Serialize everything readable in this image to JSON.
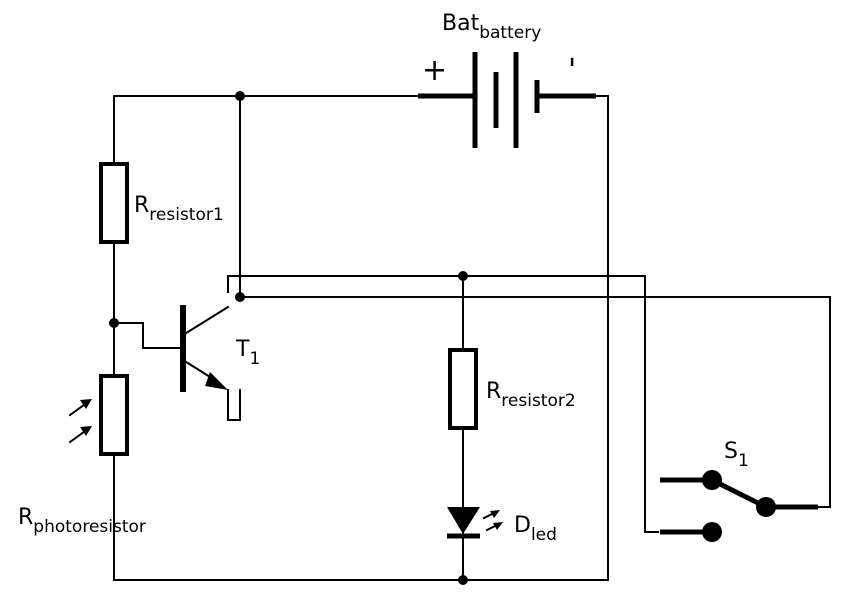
{
  "labels": {
    "battery": {
      "main": "Bat",
      "sub": "battery",
      "plus": "+",
      "minus": "'"
    },
    "resistor1": {
      "main": "R",
      "sub": "resistor1"
    },
    "resistor2": {
      "main": "R",
      "sub": "resistor2"
    },
    "photoresistor": {
      "main": "R",
      "sub": "photoresistor"
    },
    "transistor": {
      "main": "T",
      "sub": "1"
    },
    "led": {
      "main": "D",
      "sub": "led"
    },
    "switch": {
      "main": "S",
      "sub": "1"
    }
  }
}
